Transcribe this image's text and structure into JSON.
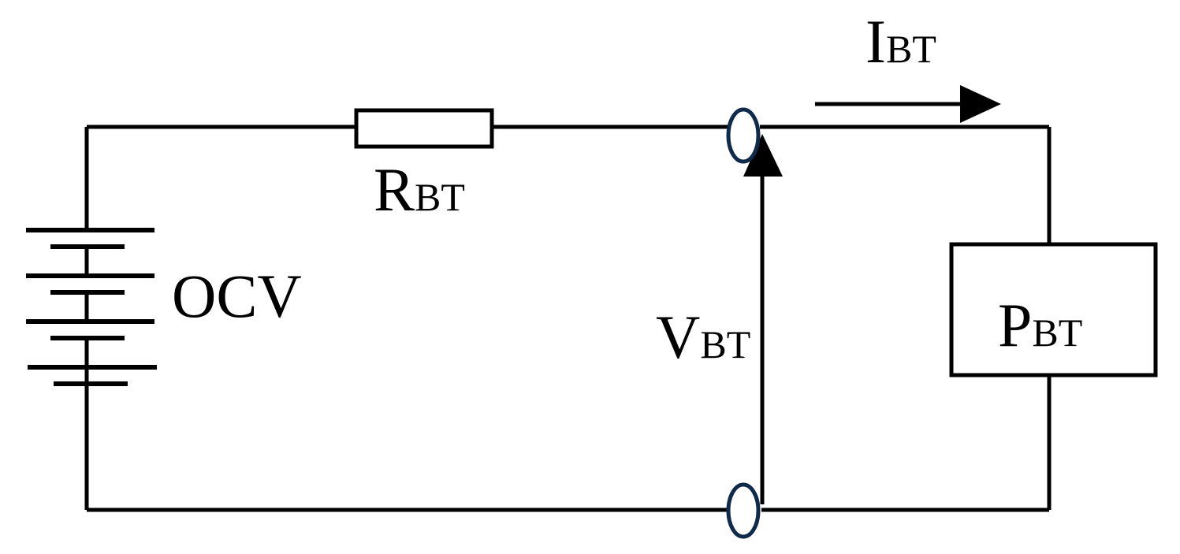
{
  "labels": {
    "current": {
      "main": "I",
      "sub": "BT"
    },
    "resistor": {
      "main": "R",
      "sub": "BT"
    },
    "source": {
      "main": "OCV"
    },
    "voltage": {
      "main": "V",
      "sub": "BT"
    },
    "load": {
      "main": "P",
      "sub": "BT"
    }
  },
  "colors": {
    "wire": "#000000",
    "terminal": "#0f2a4a",
    "background": "#ffffff"
  }
}
